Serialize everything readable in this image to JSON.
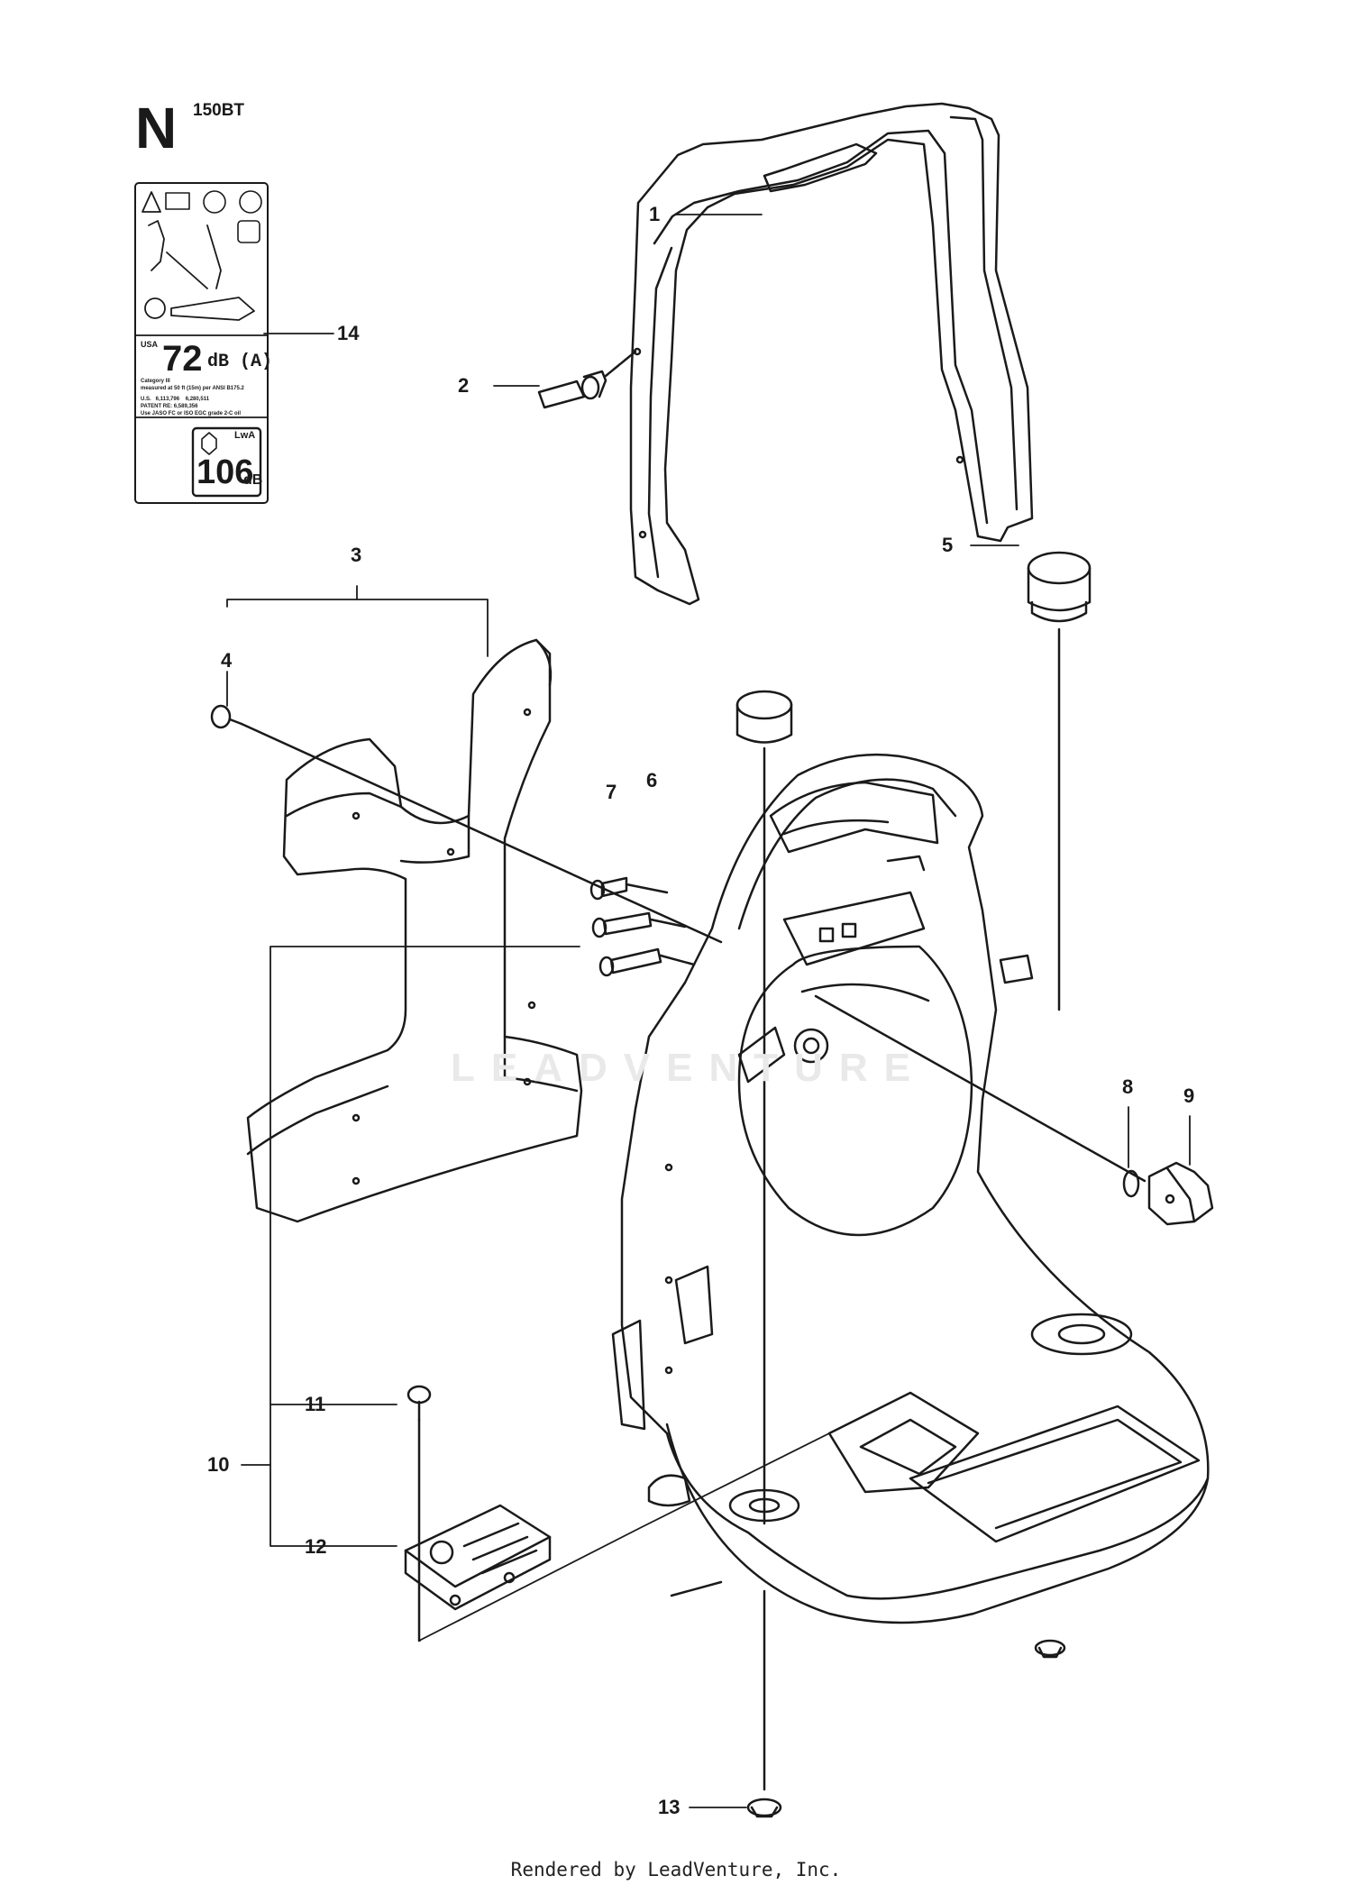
{
  "header": {
    "section_letter": "N",
    "model": "150BT"
  },
  "decal": {
    "usa_label": "USA",
    "sound_value": "72",
    "sound_unit": "dB (A)",
    "fine_line_1": "Category III",
    "fine_line_2": "measured at 50 ft (15m) per ANSI B175.2",
    "fine_line_3": "U.S.   6,113,796    6,280,511",
    "fine_line_4": "PATENT RE: 6,589,356",
    "fine_line_5": "Use JASO FC or ISO EGC grade 2-C oil",
    "lwa_label": "LwA",
    "power_value": "106",
    "power_unit": "dB"
  },
  "callouts": [
    "1",
    "2",
    "3",
    "4",
    "5",
    "6",
    "7",
    "8",
    "9",
    "10",
    "11",
    "12",
    "13",
    "14"
  ],
  "watermark": "LEADVENTURE",
  "footer": "Rendered by LeadVenture, Inc."
}
